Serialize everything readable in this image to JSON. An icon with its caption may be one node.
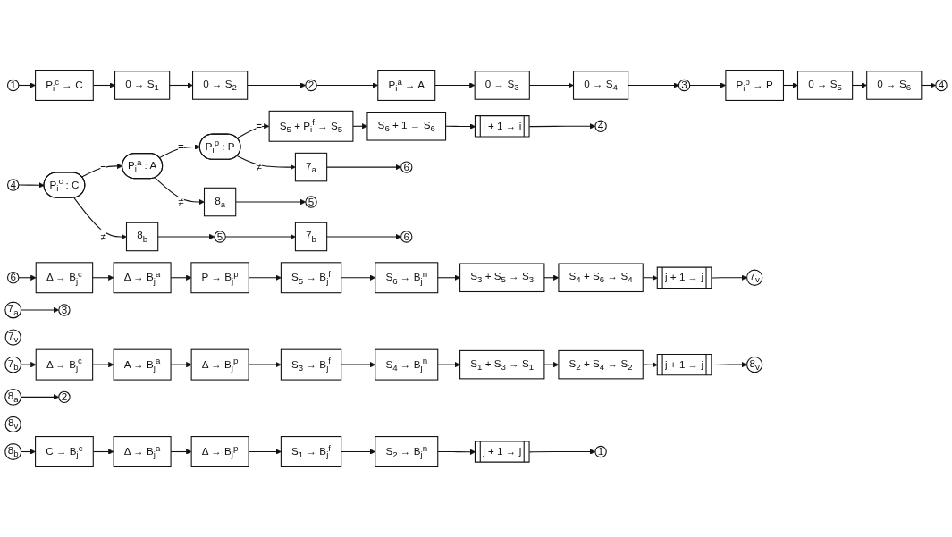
{
  "diagram": {
    "nodes": [
      {
        "text": [
          "1"
        ]
      },
      {
        "text": [
          "P$_{i}$$^{c}$ → C"
        ]
      },
      {
        "text": [
          "0 → S$_{1}$"
        ]
      },
      {
        "text": [
          "0 → S$_{2}$"
        ]
      },
      {
        "text": [
          "2"
        ]
      },
      {
        "text": [
          "P$_{i}$$^{a}$ → A"
        ]
      },
      {
        "text": [
          "0 → S$_{3}$"
        ]
      },
      {
        "text": [
          "0 → S$_{4}$"
        ]
      },
      {
        "text": [
          "3"
        ]
      },
      {
        "text": [
          "P$_{i}$$^{p}$ → P"
        ]
      },
      {
        "text": [
          "0 → S$_{5}$"
        ]
      },
      {
        "text": [
          "0 → S$_{6}$"
        ]
      },
      {
        "text": [
          "4"
        ]
      },
      {
        "text": [
          "4"
        ]
      },
      {
        "text": [
          "P$_{i}$$^{c}$ : C"
        ]
      },
      {
        "text": [
          "P$_{i}$$^{a}$ : A"
        ]
      },
      {
        "text": [
          "P$_{i}$$^{p}$ : P"
        ]
      },
      {
        "text": [
          "S$_{5}$ + P$_{i}$$^{f}$ → S$_{5}$"
        ]
      },
      {
        "text": [
          "S$_{6}$ + 1 → S$_{6}$"
        ]
      },
      {
        "text": [
          "i + 1 → i"
        ]
      },
      {
        "text": [
          "4"
        ]
      },
      {
        "text": [
          "8$_{a}$"
        ]
      },
      {
        "text": [
          "5"
        ]
      },
      {
        "text": [
          "7$_{a}$"
        ]
      },
      {
        "text": [
          "6"
        ]
      },
      {
        "text": [
          "8$_{b}$"
        ]
      },
      {
        "text": [
          "5"
        ]
      },
      {
        "text": [
          "7$_{b}$"
        ]
      },
      {
        "text": [
          "6"
        ]
      },
      {
        "text": [
          "6"
        ]
      },
      {
        "text": [
          "Δ → B$_{j}$$^{c}$"
        ]
      },
      {
        "text": [
          "Δ → B$_{j}$$^{a}$"
        ]
      },
      {
        "text": [
          "P → B$_{j}$$^{p}$"
        ]
      },
      {
        "text": [
          "S$_{5}$ → B$_{j}$$^{f}$"
        ]
      },
      {
        "text": [
          "S$_{6}$ → B$_{j}$$^{n}$"
        ]
      },
      {
        "text": [
          "S$_{3}$ + S$_{5}$ → S$_{3}$"
        ]
      },
      {
        "text": [
          "S$_{4}$ + S$_{6}$ → S$_{4}$"
        ]
      },
      {
        "text": [
          "j + 1 → j"
        ]
      },
      {
        "text": [
          "7$_{v}$"
        ]
      },
      {
        "text": [
          "7$_{a}$"
        ]
      },
      {
        "text": [
          "3"
        ]
      },
      {
        "text": [
          "7$_{v}$"
        ]
      },
      {
        "text": [
          "7$_{b}$"
        ]
      },
      {
        "text": [
          "Δ → B$_{j}$$^{c}$"
        ]
      },
      {
        "text": [
          "A → B$_{j}$$^{a}$"
        ]
      },
      {
        "text": [
          "Δ → B$_{j}$$^{p}$"
        ]
      },
      {
        "text": [
          "S$_{3}$ → B$_{j}$$^{f}$"
        ]
      },
      {
        "text": [
          "S$_{4}$ → B$_{j}$$^{n}$"
        ]
      },
      {
        "text": [
          "S$_{1}$ + S$_{3}$ → S$_{1}$"
        ]
      },
      {
        "text": [
          "S$_{2}$ + S$_{4}$ → S$_{2}$"
        ]
      },
      {
        "text": [
          "j + 1 → j"
        ]
      },
      {
        "text": [
          "8$_{v}$"
        ]
      },
      {
        "text": [
          "8$_{a}$"
        ]
      },
      {
        "text": [
          "2"
        ]
      },
      {
        "text": [
          "8$_{v}$"
        ]
      },
      {
        "text": [
          "8$_{b}$"
        ]
      },
      {
        "text": [
          "C → B$_{j}$$^{c}$"
        ]
      },
      {
        "text": [
          "Δ → B$_{j}$$^{a}$"
        ]
      },
      {
        "text": [
          "Δ → B$_{j}$$^{p}$"
        ]
      },
      {
        "text": [
          "S$_{1}$ → B$_{j}$$^{f}$"
        ]
      },
      {
        "text": [
          "S$_{2}$ → B$_{j}$$^{n}$"
        ]
      },
      {
        "text": [
          "j + 1 → j"
        ]
      },
      {
        "text": [
          "1"
        ]
      }
    ],
    "edges": [
      {
        "from": 0,
        "to": 1,
        "arrow": "to"
      },
      {
        "from": 1,
        "to": 2,
        "arrow": "to"
      },
      {
        "from": 2,
        "to": 3,
        "arrow": "to"
      },
      {
        "from": 3,
        "to": 4,
        "arrow": "to"
      },
      {
        "from": 4,
        "to": 5,
        "arrow": "to"
      },
      {
        "from": 5,
        "to": 6,
        "arrow": "to"
      },
      {
        "from": 6,
        "to": 7,
        "arrow": "to"
      },
      {
        "from": 7,
        "to": 8,
        "arrow": "to"
      },
      {
        "from": 8,
        "to": 9,
        "arrow": "to"
      },
      {
        "from": 9,
        "to": 10,
        "arrow": "to"
      },
      {
        "from": 10,
        "to": 11,
        "arrow": "to"
      },
      {
        "from": 11,
        "to": 12,
        "arrow": "to"
      },
      {
        "from": 13,
        "to": 14,
        "arrow": "to"
      },
      {
        "from": 14,
        "to": 15,
        "label": "=",
        "arrow": "to"
      },
      {
        "from": 15,
        "to": 16,
        "label": "=",
        "arrow": "to"
      },
      {
        "from": 16,
        "to": 17,
        "label": "=",
        "arrow": "to"
      },
      {
        "from": 17,
        "to": 18,
        "arrow": "to"
      },
      {
        "from": 18,
        "to": 19,
        "arrow": "to"
      },
      {
        "from": 19,
        "to": 20,
        "arrow": "to"
      },
      {
        "from": 15,
        "to": 21,
        "label": "≠",
        "arrow": "to"
      },
      {
        "from": 16,
        "to": 23,
        "label": "≠",
        "arrow": "to"
      },
      {
        "from": 14,
        "to": 25,
        "label": "≠",
        "arrow": "to"
      },
      {
        "from": 21,
        "to": 22,
        "arrow": "to"
      },
      {
        "from": 23,
        "to": 24,
        "arrow": "to"
      },
      {
        "from": 25,
        "to": 26,
        "arrow": "to"
      },
      {
        "from": 26,
        "to": 27,
        "arrow": "to"
      },
      {
        "from": 27,
        "to": 28,
        "arrow": "to"
      },
      {
        "from": 29,
        "to": 30,
        "arrow": "to"
      },
      {
        "from": 30,
        "to": 31,
        "arrow": "to"
      },
      {
        "from": 31,
        "to": 32,
        "arrow": "to"
      },
      {
        "from": 32,
        "to": 33,
        "arrow": "to"
      },
      {
        "from": 33,
        "to": 34,
        "arrow": "to"
      },
      {
        "from": 34,
        "to": 35,
        "arrow": "to"
      },
      {
        "from": 35,
        "to": 36,
        "arrow": "to"
      },
      {
        "from": 36,
        "to": 37,
        "arrow": "to"
      },
      {
        "from": 37,
        "to": 38,
        "arrow": "to"
      },
      {
        "from": 39,
        "to": 40,
        "arrow": "to"
      },
      {
        "from": 42,
        "to": 43,
        "arrow": "to"
      },
      {
        "from": 43,
        "to": 44,
        "arrow": "to"
      },
      {
        "from": 44,
        "to": 45,
        "arrow": "to"
      },
      {
        "from": 45,
        "to": 46,
        "arrow": "to"
      },
      {
        "from": 46,
        "to": 47,
        "arrow": "to"
      },
      {
        "from": 47,
        "to": 48,
        "arrow": "to"
      },
      {
        "from": 48,
        "to": 49,
        "arrow": "to"
      },
      {
        "from": 49,
        "to": 50,
        "arrow": "to"
      },
      {
        "from": 50,
        "to": 51,
        "arrow": "to"
      },
      {
        "from": 52,
        "to": 53,
        "arrow": "to"
      },
      {
        "from": 55,
        "to": 56,
        "arrow": "to"
      },
      {
        "from": 56,
        "to": 57,
        "arrow": "to"
      },
      {
        "from": 57,
        "to": 58,
        "arrow": "to"
      },
      {
        "from": 58,
        "to": 59,
        "arrow": "to"
      },
      {
        "from": 59,
        "to": 60,
        "arrow": "to"
      },
      {
        "from": 60,
        "to": 61,
        "arrow": "to"
      },
      {
        "from": 61,
        "to": 62,
        "arrow": "to"
      }
    ]
  }
}
